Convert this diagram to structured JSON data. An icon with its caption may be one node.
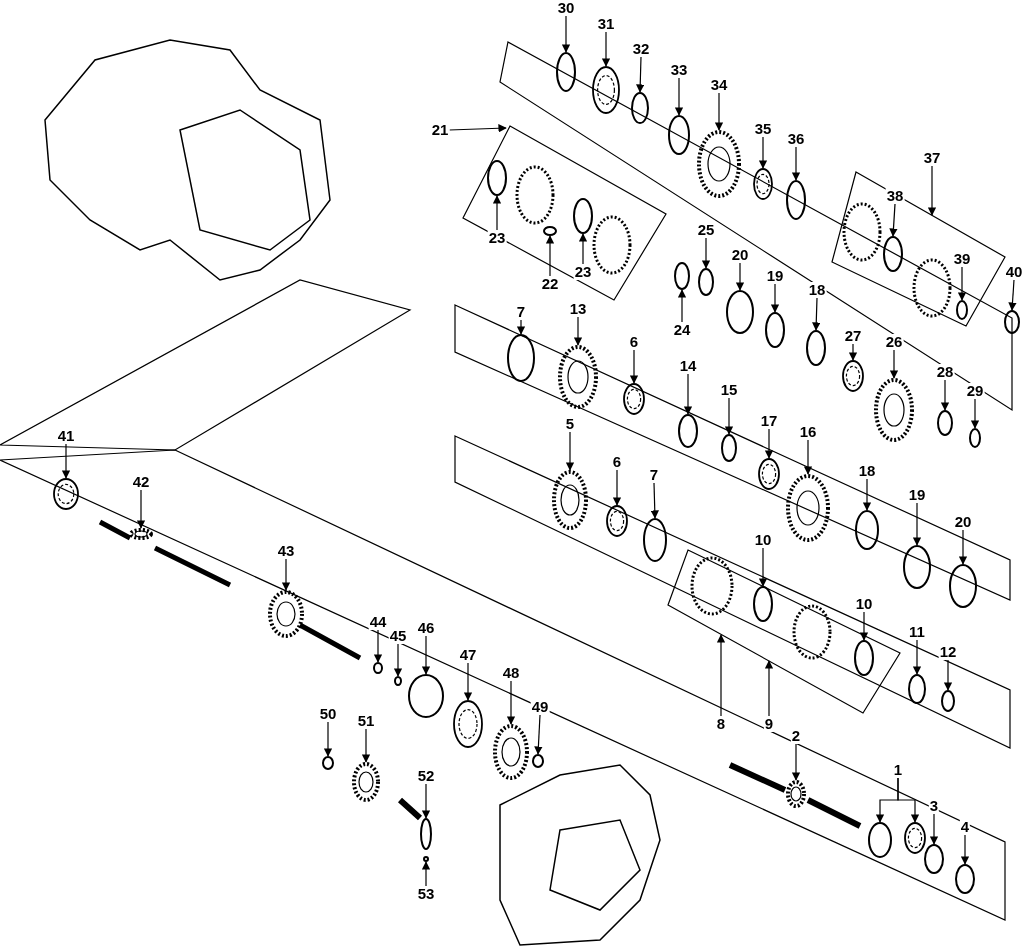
{
  "diagram": {
    "nodes": [
      {
        "text": [],
        "shape": "box"
      },
      {
        "text": [],
        "shape": "box"
      },
      {
        "text": [],
        "shape": "box"
      },
      {
        "text": [
          "30"
        ]
      },
      {
        "text": [
          "31"
        ]
      },
      {
        "text": [
          "32"
        ]
      },
      {
        "text": [
          "33"
        ]
      },
      {
        "text": [
          "34"
        ]
      },
      {
        "text": [
          "21"
        ]
      },
      {
        "text": [
          "35"
        ]
      },
      {
        "text": [
          "36"
        ]
      },
      {
        "text": [
          "37"
        ]
      },
      {
        "text": [
          "38"
        ],
        "in": 1
      },
      {
        "text": [
          "25"
        ]
      },
      {
        "text": [
          "23"
        ],
        "in": 0
      },
      {
        "text": [
          "20"
        ]
      },
      {
        "text": [
          "39"
        ],
        "in": 1
      },
      {
        "text": [
          "23"
        ],
        "in": 0
      },
      {
        "text": [
          "40"
        ]
      },
      {
        "text": [
          "19"
        ]
      },
      {
        "text": [
          "22"
        ],
        "in": 0
      },
      {
        "text": [
          "18"
        ]
      },
      {
        "text": [
          "7"
        ]
      },
      {
        "text": [
          "13"
        ]
      },
      {
        "text": [
          "27"
        ]
      },
      {
        "text": [
          "24"
        ]
      },
      {
        "text": [
          "26"
        ]
      },
      {
        "text": [
          "6"
        ]
      },
      {
        "text": [
          "14"
        ]
      },
      {
        "text": [
          "28"
        ]
      },
      {
        "text": [
          "29"
        ]
      },
      {
        "text": [
          "15"
        ]
      },
      {
        "text": [
          "17"
        ]
      },
      {
        "text": [
          "5"
        ]
      },
      {
        "text": [
          "16"
        ]
      },
      {
        "text": [
          "41"
        ]
      },
      {
        "text": [
          "6"
        ]
      },
      {
        "text": [
          "18"
        ]
      },
      {
        "text": [
          "7"
        ]
      },
      {
        "text": [
          "42"
        ]
      },
      {
        "text": [
          "19"
        ]
      },
      {
        "text": [
          "20"
        ]
      },
      {
        "text": [
          "10"
        ]
      },
      {
        "text": [
          "43"
        ]
      },
      {
        "text": [
          "10"
        ],
        "in": 2
      },
      {
        "text": [
          "44"
        ]
      },
      {
        "text": [
          "46"
        ]
      },
      {
        "text": [
          "11"
        ]
      },
      {
        "text": [
          "45"
        ]
      },
      {
        "text": [
          "12"
        ]
      },
      {
        "text": [
          "47"
        ]
      },
      {
        "text": [
          "48"
        ]
      },
      {
        "text": [
          "8"
        ]
      },
      {
        "text": [
          "9"
        ]
      },
      {
        "text": [
          "49"
        ]
      },
      {
        "text": [
          "50"
        ]
      },
      {
        "text": [
          "51"
        ]
      },
      {
        "text": [
          "2"
        ]
      },
      {
        "text": [
          "1"
        ]
      },
      {
        "text": [
          "52"
        ]
      },
      {
        "text": [
          "3"
        ]
      },
      {
        "text": [
          "4"
        ]
      },
      {
        "text": [
          "53"
        ]
      },
      {
        "text": [],
        "shape": "circle"
      },
      {
        "text": [],
        "shape": "picture"
      },
      {
        "text": [],
        "shape": "circle"
      },
      {
        "text": [],
        "shape": "circle"
      },
      {
        "text": [],
        "shape": "picture"
      },
      {
        "text": [],
        "shape": "picture"
      },
      {
        "text": [],
        "shape": "circle"
      },
      {
        "text": [],
        "shape": "circle",
        "in": 1
      },
      {
        "text": [],
        "shape": "circle"
      },
      {
        "text": [],
        "shape": "circle",
        "in": 0
      },
      {
        "text": [],
        "shape": "circle"
      },
      {
        "text": [],
        "shape": "circle",
        "in": 1
      },
      {
        "text": [],
        "shape": "circle",
        "in": 0
      },
      {
        "text": [],
        "shape": "circle"
      },
      {
        "text": [],
        "shape": "circle"
      },
      {
        "text": [],
        "shape": "circle",
        "in": 0
      },
      {
        "text": [],
        "shape": "circle"
      },
      {
        "text": [],
        "shape": "circle"
      },
      {
        "text": [],
        "shape": "picture"
      },
      {
        "text": [],
        "shape": "picture"
      },
      {
        "text": [],
        "shape": "circle"
      },
      {
        "text": [],
        "shape": "picture"
      },
      {
        "text": [],
        "shape": "picture"
      },
      {
        "text": [],
        "shape": "circle"
      },
      {
        "text": [],
        "shape": "circle"
      },
      {
        "text": [],
        "shape": "circle"
      },
      {
        "text": [],
        "shape": "circle"
      },
      {
        "text": [],
        "shape": "picture"
      },
      {
        "text": [],
        "shape": "picture"
      },
      {
        "text": [],
        "shape": "picture"
      },
      {
        "text": [],
        "shape": "picture"
      },
      {
        "text": [],
        "shape": "picture"
      },
      {
        "text": [],
        "shape": "circle"
      },
      {
        "text": [],
        "shape": "circle"
      },
      {
        "text": [],
        "shape": "picture"
      },
      {
        "text": [],
        "shape": "circle"
      },
      {
        "text": [],
        "shape": "circle"
      },
      {
        "text": [],
        "shape": "circle",
        "in": 2
      },
      {
        "text": [],
        "shape": "picture"
      },
      {
        "text": [],
        "shape": "circle",
        "in": 2
      },
      {
        "text": [],
        "shape": "circle"
      },
      {
        "text": [],
        "shape": "circle"
      },
      {
        "text": [],
        "shape": "circle"
      },
      {
        "text": [],
        "shape": "circle"
      },
      {
        "text": [],
        "shape": "circle"
      },
      {
        "text": [],
        "shape": "picture"
      },
      {
        "text": [],
        "shape": "picture"
      },
      {
        "text": [],
        "shape": "circle"
      },
      {
        "text": [],
        "shape": "circle"
      },
      {
        "text": [],
        "shape": "picture"
      },
      {
        "text": [],
        "shape": "picture"
      },
      {
        "text": [],
        "shape": "circle"
      },
      {
        "text": [],
        "shape": "picture"
      },
      {
        "text": [],
        "shape": "circle"
      },
      {
        "text": [],
        "shape": "circle"
      },
      {
        "text": [],
        "shape": "circle"
      },
      {
        "text": [],
        "shape": "circle"
      }
    ],
    "edges": [
      {
        "from": 3,
        "to": 63,
        "arrow": "to"
      },
      {
        "from": 4,
        "to": 64,
        "arrow": "to"
      },
      {
        "from": 5,
        "to": 65,
        "arrow": "to"
      },
      {
        "from": 6,
        "to": 66,
        "arrow": "to"
      },
      {
        "from": 7,
        "to": 67,
        "arrow": "to"
      },
      {
        "from": 8,
        "to": 0,
        "arrow": "to"
      },
      {
        "from": 9,
        "to": 68,
        "arrow": "to"
      },
      {
        "from": 10,
        "to": 69,
        "arrow": "to"
      },
      {
        "from": 11,
        "to": 1,
        "arrow": "to"
      },
      {
        "from": 12,
        "to": 70,
        "arrow": "to"
      },
      {
        "from": 13,
        "to": 71,
        "arrow": "to"
      },
      {
        "from": 14,
        "to": 72,
        "arrow": "to"
      },
      {
        "from": 15,
        "to": 73,
        "arrow": "to"
      },
      {
        "from": 16,
        "to": 74,
        "arrow": "to"
      },
      {
        "from": 17,
        "to": 75,
        "arrow": "to"
      },
      {
        "from": 18,
        "to": 76,
        "arrow": "to"
      },
      {
        "from": 19,
        "to": 77,
        "arrow": "to"
      },
      {
        "from": 20,
        "to": 78,
        "arrow": "to"
      },
      {
        "from": 21,
        "to": 79,
        "arrow": "to"
      },
      {
        "from": 22,
        "to": 80,
        "arrow": "to"
      },
      {
        "from": 23,
        "to": 81,
        "arrow": "to"
      },
      {
        "from": 24,
        "to": 82,
        "arrow": "to"
      },
      {
        "from": 25,
        "to": 83,
        "arrow": "to"
      },
      {
        "from": 26,
        "to": 84,
        "arrow": "to"
      },
      {
        "from": 27,
        "to": 85,
        "arrow": "to"
      },
      {
        "from": 28,
        "to": 86,
        "arrow": "to"
      },
      {
        "from": 29,
        "to": 87,
        "arrow": "to"
      },
      {
        "from": 30,
        "to": 88,
        "arrow": "to"
      },
      {
        "from": 31,
        "to": 89,
        "arrow": "to"
      },
      {
        "from": 32,
        "to": 90,
        "arrow": "to"
      },
      {
        "from": 33,
        "to": 91,
        "arrow": "to"
      },
      {
        "from": 34,
        "to": 92,
        "arrow": "to"
      },
      {
        "from": 35,
        "to": 93,
        "arrow": "to"
      },
      {
        "from": 36,
        "to": 94,
        "arrow": "to"
      },
      {
        "from": 37,
        "to": 95,
        "arrow": "to"
      },
      {
        "from": 38,
        "to": 96,
        "arrow": "to"
      },
      {
        "from": 39,
        "to": 97,
        "arrow": "to"
      },
      {
        "from": 40,
        "to": 98,
        "arrow": "to"
      },
      {
        "from": 41,
        "to": 99,
        "arrow": "to"
      },
      {
        "from": 42,
        "to": 100,
        "arrow": "to"
      },
      {
        "from": 43,
        "to": 101,
        "arrow": "to"
      },
      {
        "from": 44,
        "to": 102,
        "arrow": "to"
      },
      {
        "from": 45,
        "to": 103,
        "arrow": "to"
      },
      {
        "from": 46,
        "to": 104,
        "arrow": "to"
      },
      {
        "from": 47,
        "to": 105,
        "arrow": "to"
      },
      {
        "from": 48,
        "to": 106,
        "arrow": "to"
      },
      {
        "from": 49,
        "to": 107,
        "arrow": "to"
      },
      {
        "from": 50,
        "to": 108,
        "arrow": "to"
      },
      {
        "from": 51,
        "to": 109,
        "arrow": "to"
      },
      {
        "from": 52,
        "to": 2,
        "arrow": "to"
      },
      {
        "from": 53,
        "to": 2,
        "arrow": "to"
      },
      {
        "from": 54,
        "to": 110,
        "arrow": "to"
      },
      {
        "from": 55,
        "to": 111,
        "arrow": "to"
      },
      {
        "from": 56,
        "to": 112,
        "arrow": "to"
      },
      {
        "from": 57,
        "to": 113,
        "arrow": "to"
      },
      {
        "from": 58,
        "to": 114,
        "arrow": "to"
      },
      {
        "from": 58,
        "to": 115,
        "arrow": "to"
      },
      {
        "from": 59,
        "to": 116,
        "arrow": "to"
      },
      {
        "from": 60,
        "to": 117,
        "arrow": "to"
      },
      {
        "from": 61,
        "to": 118,
        "arrow": "to"
      },
      {
        "from": 62,
        "to": 119,
        "arrow": "to"
      }
    ]
  }
}
